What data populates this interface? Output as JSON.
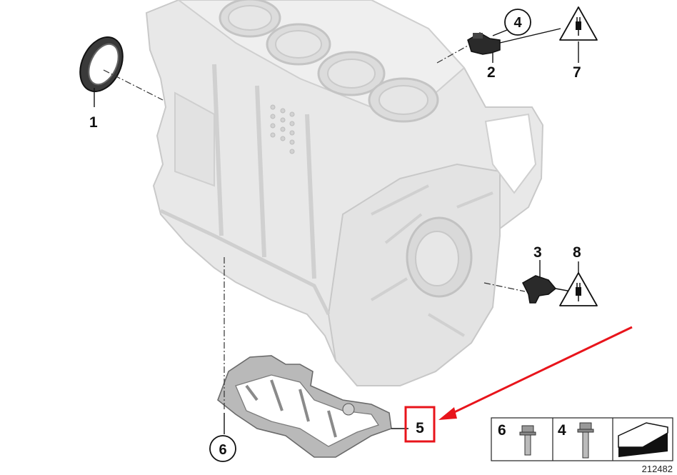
{
  "diagram": {
    "callouts": {
      "part1": "1",
      "part2": "2",
      "part3": "3",
      "part4": "4",
      "part5": "5",
      "part6": "6",
      "part7": "7",
      "part8": "8"
    },
    "legend": {
      "item6": "6",
      "item4": "4"
    },
    "diagram_number": "212482"
  },
  "colors": {
    "highlight": "#e8141b",
    "block_fill": "#e8e8e8",
    "block_stroke": "#c9c9c9",
    "ink": "#111111"
  },
  "icons": [
    "warning-plug-icon",
    "bolt-icon",
    "arrow-icon",
    "seal-ring-icon",
    "sensor-icon",
    "gasket-icon"
  ]
}
